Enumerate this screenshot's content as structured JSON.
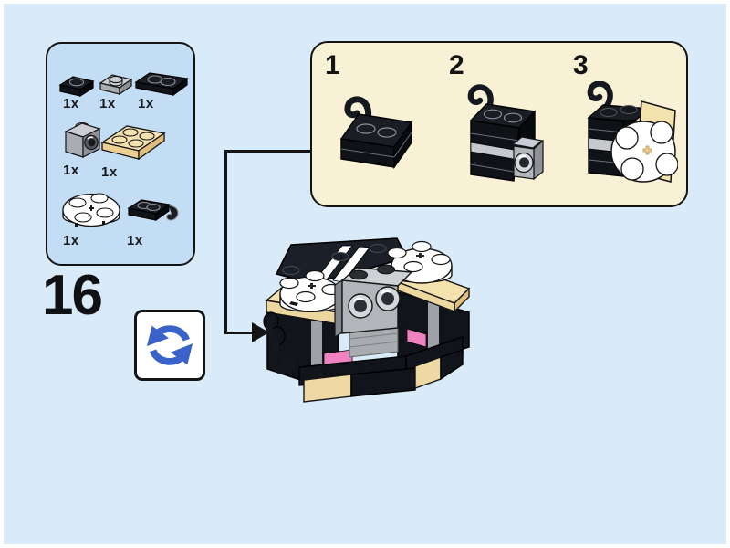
{
  "page": {
    "step_number": "16",
    "background_color": "#d9eaf8",
    "frame_color": "#ffffff",
    "outline_color": "#141414"
  },
  "parts_panel": {
    "background_color": "#c3ddf4",
    "items": [
      {
        "qty": "1x",
        "part": "black-1x1-plate-icon",
        "color": "#1a1d24"
      },
      {
        "qty": "1x",
        "part": "gray-1x1-plate-icon",
        "color": "#caced4"
      },
      {
        "qty": "1x",
        "part": "black-1x2-plate-icon",
        "color": "#1a1d24"
      },
      {
        "qty": "1x",
        "part": "gray-1x1-brick-side-stud-icon",
        "color": "#caced4"
      },
      {
        "qty": "1x",
        "part": "tan-2x2-plate-icon",
        "color": "#f4e2ae"
      },
      {
        "qty": "1x",
        "part": "white-2x2-round-plate-icon",
        "color": "#ffffff"
      },
      {
        "qty": "1x",
        "part": "black-1x2-plate-with-clip-icon",
        "color": "#1a1d24"
      }
    ]
  },
  "callout": {
    "background_color": "#f9f1d6",
    "steps": [
      {
        "label": "1"
      },
      {
        "label": "2"
      },
      {
        "label": "3"
      }
    ]
  },
  "rotate_symbol": {
    "icon": "rotate-icon",
    "arrow_color": "#3a62c8"
  },
  "model_colors": {
    "black": "#1b1f27",
    "tan": "#f4e2ae",
    "gray": "#b2b5ba",
    "white": "#ffffff",
    "pink": "#ef83c2"
  }
}
